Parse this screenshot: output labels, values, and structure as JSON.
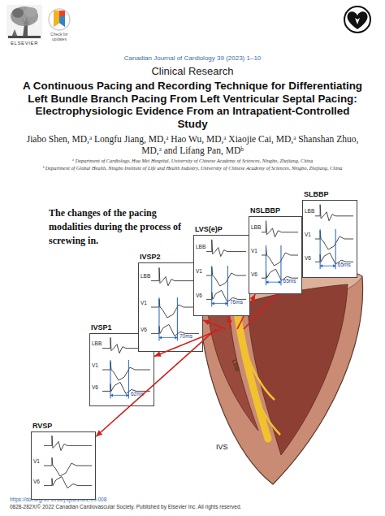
{
  "diagram": {
    "title": "A Continuous Pacing and Recording Technique for Differentiating Left Bundle Branch Pacing From Left Ventricular Septal Pacing: Electrophysiologic Evidence From an Intrapatient-Controlled Study",
    "nodes": [
      {
        "text": [
          "RVSP",
          "V1",
          "V6"
        ]
      },
      {
        "text": [
          "IVSP1",
          "LBB",
          "V1",
          "V6",
          "62ms"
        ]
      },
      {
        "text": [
          "IVSP2",
          "LBB",
          "V1",
          "V6",
          "70ms"
        ]
      },
      {
        "text": [
          "LVS(e)P",
          "LBB",
          "V1",
          "V6",
          "76ms"
        ]
      },
      {
        "text": [
          "NSLBBP",
          "LBB",
          "V1",
          "V6",
          "65ms"
        ]
      },
      {
        "text": [
          "SLBBP",
          "LBB",
          "V1",
          "V6",
          "65ms"
        ]
      },
      {
        "text": [
          "LBB",
          "IVS"
        ]
      }
    ],
    "edges": [
      {
        "from": 6,
        "to": 0,
        "arrow": "to"
      },
      {
        "from": 6,
        "to": 1,
        "arrow": "to"
      },
      {
        "from": 6,
        "to": 2,
        "arrow": "to"
      },
      {
        "from": 6,
        "to": 3,
        "arrow": "to"
      },
      {
        "from": 6,
        "to": 4,
        "arrow": "to"
      },
      {
        "from": 6,
        "to": 5,
        "arrow": "to"
      }
    ],
    "labels": [
      "ELSEVIER",
      "Check for updates",
      "Canadian Journal of Cardiology 39 (2023) 1–10",
      "Clinical Research",
      "Jiabo Shen, MD,ᵃ Longfu Jiang, MD,ᵃ Hao Wu, MD,ᵃ Xiaojie Cai, MD,ᵃ Shanshan Zhuo, MD,ᵃ and Lifang Pan, MDᵇ",
      "ᵃ Department of Cardiology, Hua Mei Hospital, University of Chinese Academy of Sciences, Ningbo, Zhejiang, China",
      "ᵇ Department of Global Health, Ningbo Institute of Life and Health Industry, University of Chinese Academy of Sciences, Ningbo, Zhejiang, China",
      "The changes of the pacing modalities during the process of screwing in.",
      "https://doi.org/10.1016/j.cjca.2022.09.008",
      "0828-282X/© 2022 Canadian Cardiovascular Society. Published by Elsevier Inc. All rights reserved."
    ]
  }
}
